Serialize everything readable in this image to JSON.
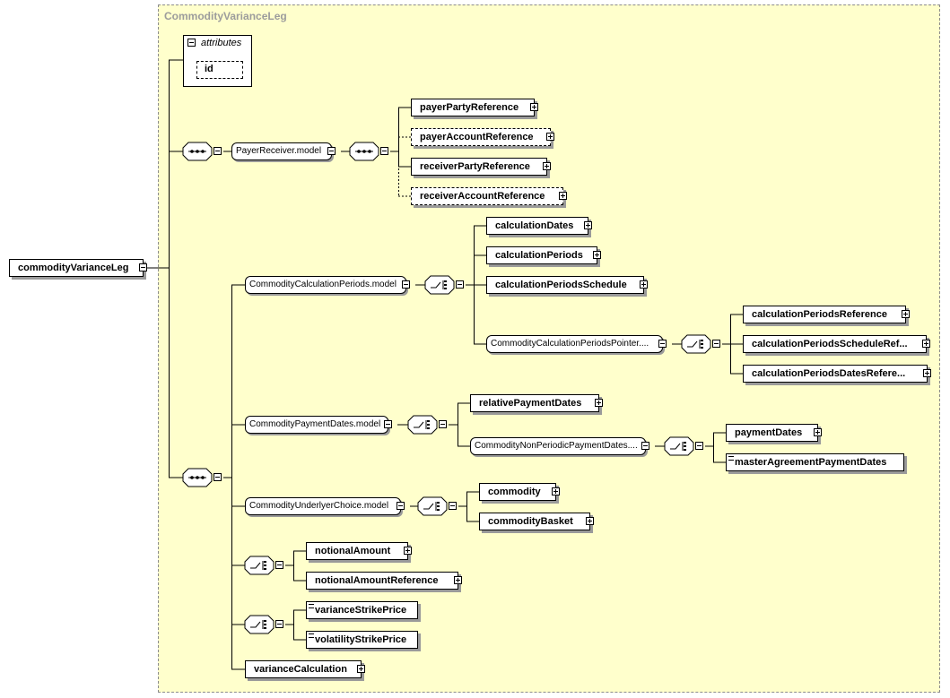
{
  "type_name": "CommodityVarianceLeg",
  "root_element": "commodityVarianceLeg",
  "attributes": {
    "title": "attributes",
    "items": [
      "id"
    ]
  },
  "payer_receiver": {
    "group": "PayerReceiver.model",
    "elements": [
      "payerPartyReference",
      "payerAccountReference",
      "receiverPartyReference",
      "receiverAccountReference"
    ]
  },
  "calculation_periods": {
    "group": "CommodityCalculationPeriods.model",
    "elements": [
      "calculationDates",
      "calculationPeriods",
      "calculationPeriodsSchedule"
    ],
    "pointer_group": "CommodityCalculationPeriodsPointer....",
    "pointer_elements": [
      "calculationPeriodsReference",
      "calculationPeriodsScheduleRef...",
      "calculationPeriodsDatesRefere..."
    ]
  },
  "payment_dates": {
    "group": "CommodityPaymentDates.model",
    "elements": [
      "relativePaymentDates"
    ],
    "non_periodic_group": "CommodityNonPeriodicPaymentDates....",
    "non_periodic_elements": [
      "paymentDates",
      "masterAgreementPaymentDates"
    ]
  },
  "underlyer": {
    "group": "CommodityUnderlyerChoice.model",
    "elements": [
      "commodity",
      "commodityBasket"
    ]
  },
  "notional_choice": [
    "notionalAmount",
    "notionalAmountReference"
  ],
  "strike_choice": [
    "varianceStrikePrice",
    "volatilityStrikePrice"
  ],
  "last_element": "varianceCalculation",
  "colors": {
    "type_background": "#ffffcc",
    "type_border": "#8c8c8c",
    "shadow": "#9a9a9a",
    "title": "#9c9c9c"
  }
}
